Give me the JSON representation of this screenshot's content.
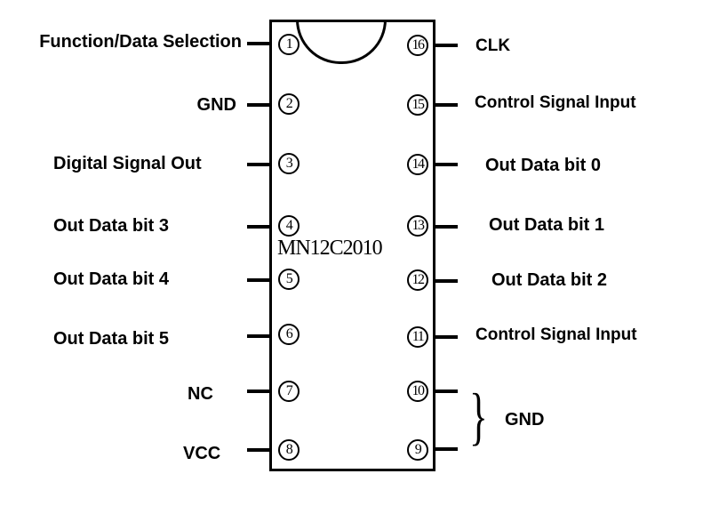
{
  "chip": {
    "name": "MN12C2010",
    "left_pins": [
      {
        "number": 1,
        "symbol": "①",
        "label": "Function/Data Selection"
      },
      {
        "number": 2,
        "symbol": "②",
        "label": "GND"
      },
      {
        "number": 3,
        "symbol": "③",
        "label": "Digital Signal Out"
      },
      {
        "number": 4,
        "symbol": "④",
        "label": "Out Data bit 3"
      },
      {
        "number": 5,
        "symbol": "⑤",
        "label": "Out Data bit 4"
      },
      {
        "number": 6,
        "symbol": "⑥",
        "label": "Out Data bit 5"
      },
      {
        "number": 7,
        "symbol": "⑦",
        "label": "NC"
      },
      {
        "number": 8,
        "symbol": "⑧",
        "label": "VCC"
      }
    ],
    "right_pins": [
      {
        "number": 16,
        "symbol": "16",
        "label": "CLK"
      },
      {
        "number": 15,
        "symbol": "15",
        "label": "Control Signal Input"
      },
      {
        "number": 14,
        "symbol": "14",
        "label": "Out Data bit 0"
      },
      {
        "number": 13,
        "symbol": "13",
        "label": "Out Data bit 1"
      },
      {
        "number": 12,
        "symbol": "12",
        "label": "Out Data bit 2"
      },
      {
        "number": 11,
        "symbol": "11",
        "label": "Control Signal Input"
      },
      {
        "number": 10,
        "symbol": "10",
        "label": ""
      },
      {
        "number": 9,
        "symbol": "⑨",
        "label": ""
      }
    ],
    "group_label": {
      "pins": [
        10,
        9
      ],
      "label": "GND"
    }
  }
}
